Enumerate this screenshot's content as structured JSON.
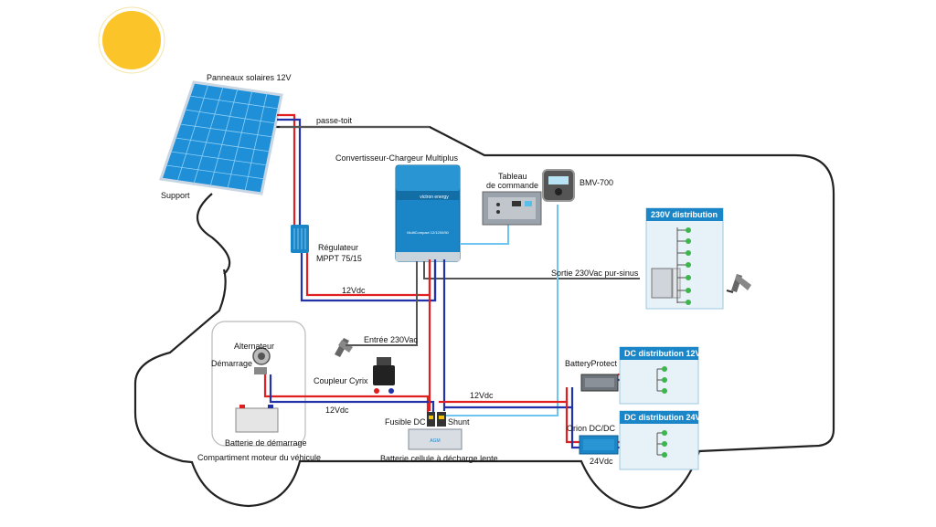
{
  "labels": {
    "solar_panels": "Panneaux solaires 12V",
    "roof_pass": "passe-toit",
    "support": "Support",
    "multiplus": "Convertisseur-Chargeur Multiplus",
    "control_panel_line1": "Tableau",
    "control_panel_line2": "de commande",
    "bmv": "BMV-700",
    "regulator_line1": "Régulateur",
    "regulator_line2": "MPPT 75/15",
    "ac_out": "Sortie 230Vac pur-sinus",
    "dc_12v_upper": "12Vdc",
    "ac_in": "Entrée 230Vac",
    "alternator": "Alternateur",
    "starter": "Démarrage",
    "cyrix": "Coupleur Cyrix",
    "dc_12v_left": "12Vdc",
    "dc_12v_right": "12Vdc",
    "fuse": "Fusible DC",
    "shunt": "Shunt",
    "start_battery": "Batterie de démarrage",
    "engine_bay": "Compartiment moteur du véhicule",
    "leisure_battery": "Batterie cellule à décharge lente",
    "battery_protect": "BatteryProtect",
    "orion": "Orion DC/DC",
    "dc_24v": "24Vdc"
  },
  "panels": {
    "ac_230": "230V distribution",
    "dc_12": "DC distribution 12V",
    "dc_24": "DC distribution 24V"
  },
  "device_text": {
    "brand": "victron energy",
    "multiplus_model": "MultiCompact 12/1200/50",
    "battery_label": "AGM"
  },
  "colors": {
    "positive": "#e02020",
    "negative": "#2233aa",
    "data": "#6ec6f0",
    "ac": "#555555",
    "victron_blue": "#1b86c7",
    "sun": "#fbc52a",
    "led_green": "#3cb54a"
  }
}
